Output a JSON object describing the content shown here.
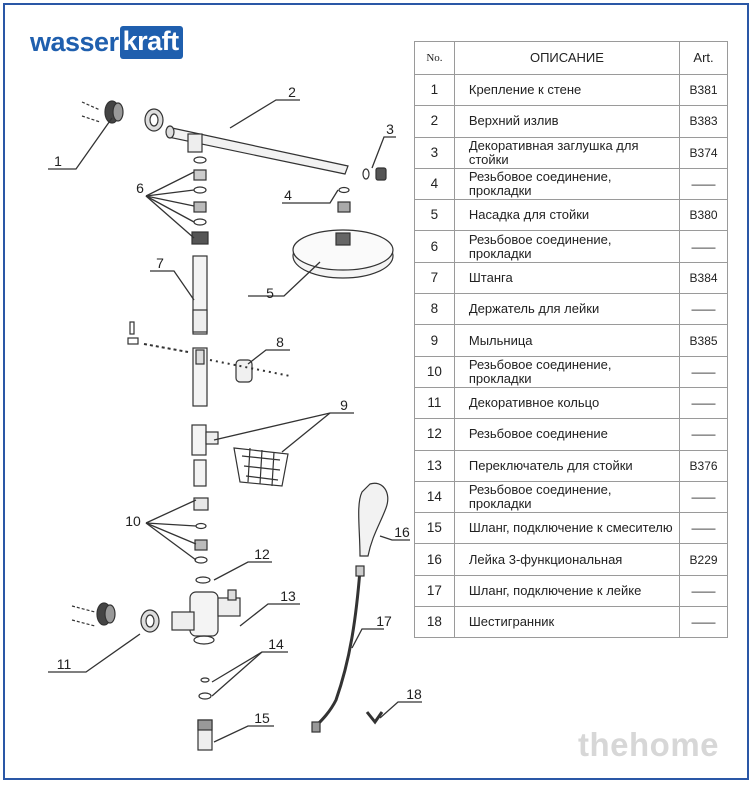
{
  "logo": {
    "part1": "wasser",
    "part2": "kraft"
  },
  "table": {
    "headers": {
      "no": "No.",
      "desc": "ОПИСАНИЕ",
      "art": "Art."
    },
    "rows": [
      {
        "no": "1",
        "desc": "Крепление к стене",
        "art": "B381"
      },
      {
        "no": "2",
        "desc": "Верхний излив",
        "art": "B383"
      },
      {
        "no": "3",
        "desc": "Декоративная заглушка для стойки",
        "art": "B374"
      },
      {
        "no": "4",
        "desc": "Резьбовое соединение, прокладки",
        "art": "——"
      },
      {
        "no": "5",
        "desc": "Насадка для стойки",
        "art": "B380"
      },
      {
        "no": "6",
        "desc": "Резьбовое соединение, прокладки",
        "art": "——"
      },
      {
        "no": "7",
        "desc": "Штанга",
        "art": "B384"
      },
      {
        "no": "8",
        "desc": "Держатель для лейки",
        "art": "——"
      },
      {
        "no": "9",
        "desc": "Мыльница",
        "art": "B385"
      },
      {
        "no": "10",
        "desc": "Резьбовое соединение, прокладки",
        "art": "——"
      },
      {
        "no": "11",
        "desc": "Декоративное кольцо",
        "art": "——"
      },
      {
        "no": "12",
        "desc": "Резьбовое соединение",
        "art": "——"
      },
      {
        "no": "13",
        "desc": "Переключатель для стойки",
        "art": "B376"
      },
      {
        "no": "14",
        "desc": "Резьбовое соединение, прокладки",
        "art": "——"
      },
      {
        "no": "15",
        "desc": "Шланг, подключение к смесителю",
        "art": "——"
      },
      {
        "no": "16",
        "desc": "Лейка 3-функциональная",
        "art": "B229"
      },
      {
        "no": "17",
        "desc": "Шланг, подключение к лейке",
        "art": "——"
      },
      {
        "no": "18",
        "desc": "Шестигранник",
        "art": "——"
      }
    ]
  },
  "callouts": [
    "1",
    "2",
    "3",
    "4",
    "5",
    "6",
    "7",
    "8",
    "9",
    "10",
    "11",
    "12",
    "13",
    "14",
    "15",
    "16",
    "17",
    "18"
  ],
  "watermark": "thehome"
}
